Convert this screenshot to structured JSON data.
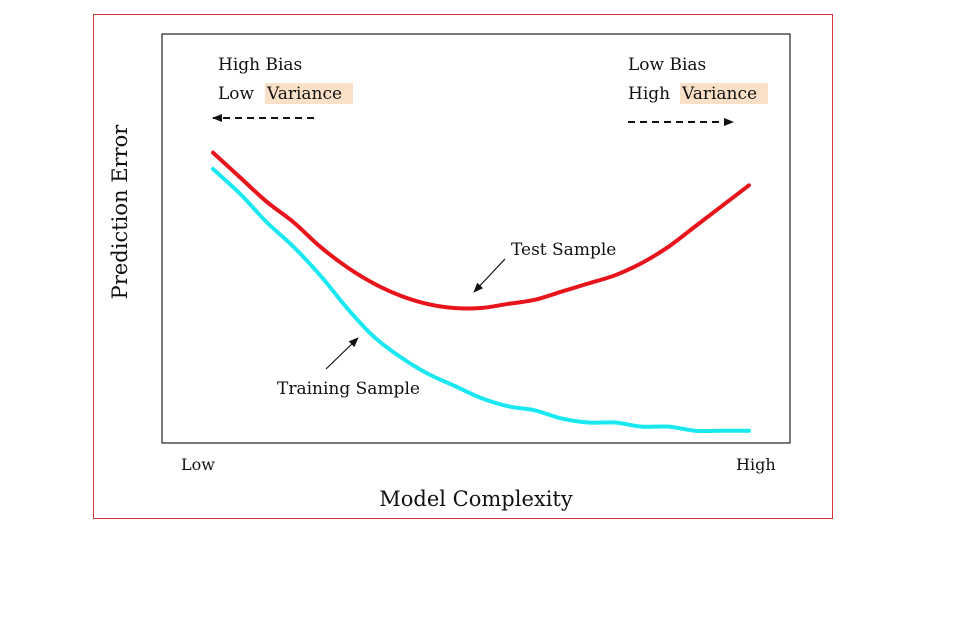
{
  "chart_data": {
    "type": "line",
    "xlabel": "Model Complexity",
    "ylabel": "Prediction Error",
    "x_tick_labels": [
      "Low",
      "High"
    ],
    "xlim": [
      0,
      1
    ],
    "ylim": [
      0,
      1
    ],
    "series": [
      {
        "name": "Test Sample",
        "color": "#e8141c",
        "x": [
          0.0,
          0.05,
          0.1,
          0.15,
          0.2,
          0.25,
          0.3,
          0.35,
          0.4,
          0.45,
          0.5,
          0.55,
          0.6,
          0.65,
          0.7,
          0.75,
          0.8,
          0.85,
          0.9,
          0.95,
          1.0
        ],
        "y": [
          0.71,
          0.65,
          0.59,
          0.54,
          0.48,
          0.43,
          0.39,
          0.36,
          0.34,
          0.33,
          0.33,
          0.34,
          0.35,
          0.37,
          0.39,
          0.41,
          0.44,
          0.48,
          0.53,
          0.58,
          0.63
        ]
      },
      {
        "name": "Training Sample",
        "color": "#19e8f0",
        "x": [
          0.0,
          0.05,
          0.1,
          0.15,
          0.2,
          0.25,
          0.3,
          0.35,
          0.4,
          0.45,
          0.5,
          0.55,
          0.6,
          0.65,
          0.7,
          0.75,
          0.8,
          0.85,
          0.9,
          0.95,
          1.0
        ],
        "y": [
          0.67,
          0.61,
          0.54,
          0.48,
          0.41,
          0.33,
          0.26,
          0.21,
          0.17,
          0.14,
          0.11,
          0.09,
          0.08,
          0.06,
          0.05,
          0.05,
          0.04,
          0.04,
          0.03,
          0.03,
          0.03
        ]
      }
    ],
    "annotations": {
      "left_line1": "High Bias",
      "left_line2_prefix": "Low",
      "left_line2_highlight": "Variance",
      "right_line1": "Low Bias",
      "right_line2_prefix": "High",
      "right_line2_highlight": "Variance",
      "test_label": "Test Sample",
      "train_label": "Training Sample"
    },
    "highlight_color": "#fbe0c8",
    "grid": false,
    "legend": "none"
  }
}
